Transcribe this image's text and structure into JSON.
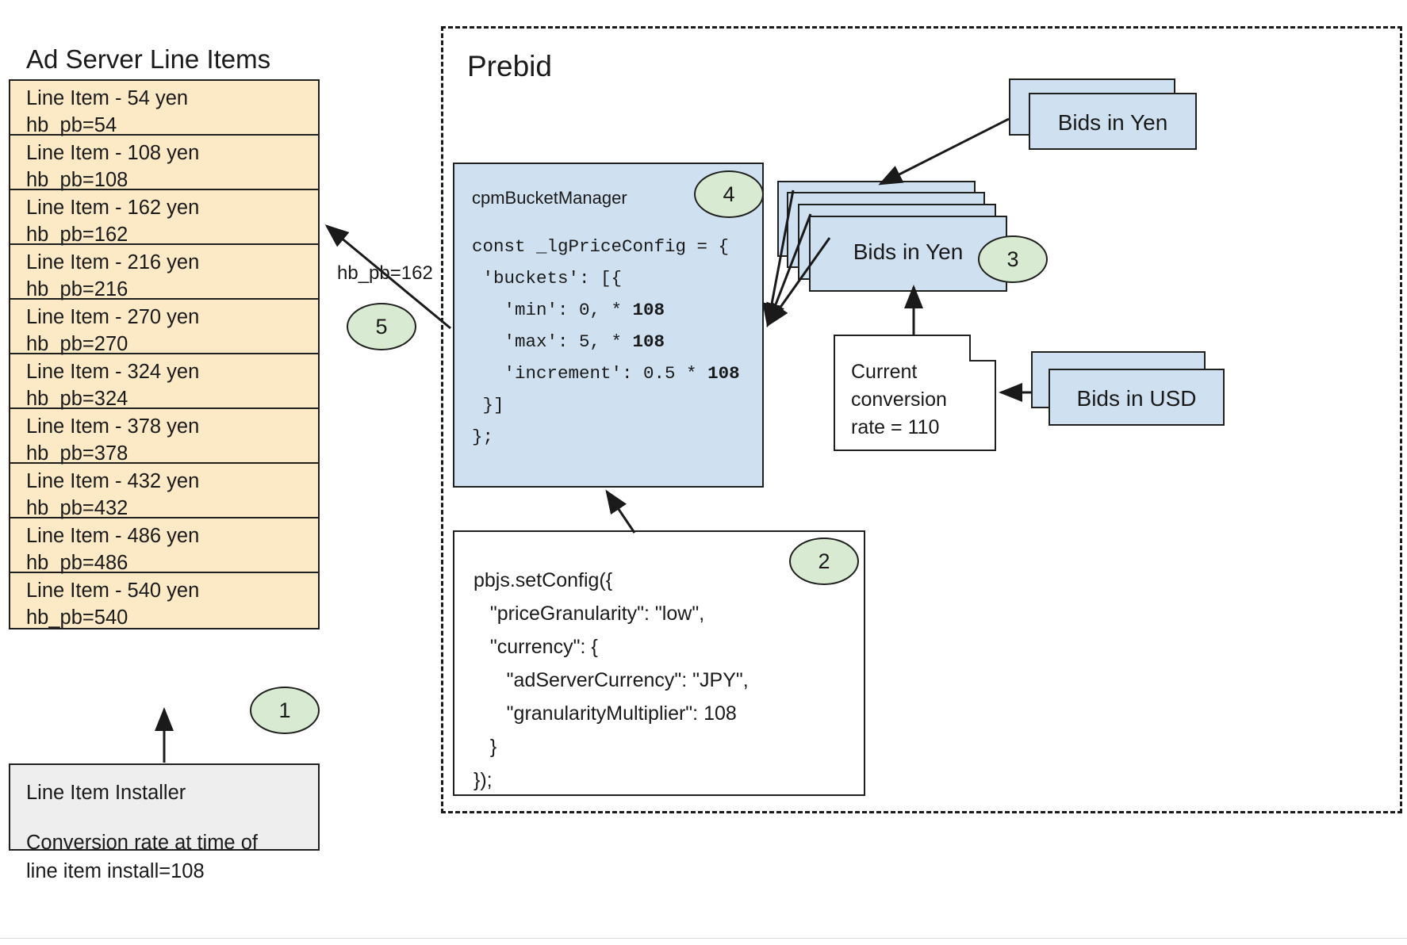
{
  "left_panel": {
    "title": "Ad Server Line Items",
    "line_items": [
      {
        "name": "Line Item - 54 yen",
        "targeting": "hb_pb=54"
      },
      {
        "name": "Line Item - 108 yen",
        "targeting": "hb_pb=108"
      },
      {
        "name": "Line Item - 162 yen",
        "targeting": "hb_pb=162"
      },
      {
        "name": "Line Item - 216 yen",
        "targeting": "hb_pb=216"
      },
      {
        "name": "Line Item - 270 yen",
        "targeting": "hb_pb=270"
      },
      {
        "name": "Line Item - 324 yen",
        "targeting": "hb_pb=324"
      },
      {
        "name": "Line Item - 378 yen",
        "targeting": "hb_pb=378"
      },
      {
        "name": "Line Item - 432 yen",
        "targeting": "hb_pb=432"
      },
      {
        "name": "Line Item - 486 yen",
        "targeting": "hb_pb=486"
      },
      {
        "name": "Line Item - 540 yen",
        "targeting": "hb_pb=540"
      }
    ],
    "installer": {
      "title": "Line Item Installer",
      "note_line_1": "Conversion rate at time of",
      "note_line_2": "line item install=108",
      "badge": "1"
    }
  },
  "prebid": {
    "label": "Prebid",
    "bucket_manager": {
      "header": "cpmBucketManager",
      "badge": "4",
      "code_lines": [
        "const _lgPriceConfig = {",
        " 'buckets': [{",
        "   'min': 0, * 108",
        "   'max': 5, * 108",
        "   'increment': 0.5 * 108",
        " }]",
        "};"
      ]
    },
    "set_config": {
      "badge": "2",
      "code_lines": [
        "pbjs.setConfig({",
        "   \"priceGranularity\": \"low\",",
        "   \"currency\": {",
        "      \"adServerCurrency\": \"JPY\",",
        "      \"granularityMultiplier\": 108",
        "   }",
        "});"
      ]
    },
    "bids_yen_incoming": {
      "label": "Bids in Yen"
    },
    "bids_yen_converted": {
      "label": "Bids in Yen",
      "badge": "3"
    },
    "bids_usd": {
      "label": "Bids in USD"
    },
    "conversion_note": {
      "line_1": "Current",
      "line_2": "conversion",
      "line_3": "rate = 110"
    }
  },
  "edges": {
    "hb_pb_label": "hb_pb=162",
    "hb_pb_badge": "5"
  },
  "colors": {
    "line_item_fill": "#fce9c6",
    "blue_fill": "#cfe0f0",
    "badge_fill": "#d9ead3",
    "installer_fill": "#eeeeee",
    "stroke": "#20201f"
  }
}
